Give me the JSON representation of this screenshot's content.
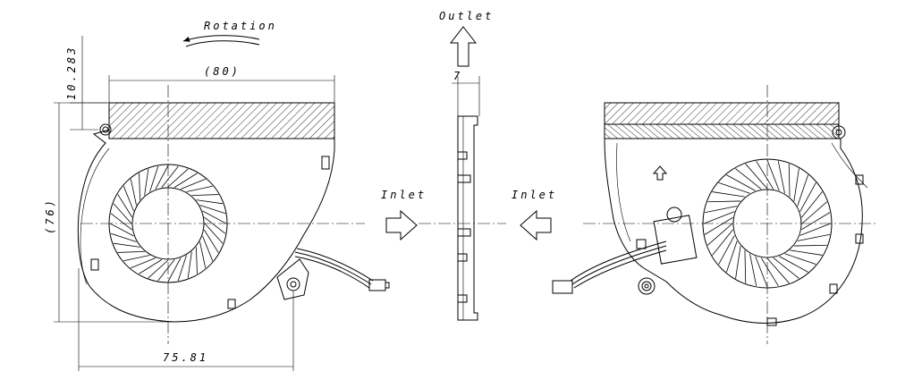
{
  "labels": {
    "rotation": "Rotation",
    "outlet": "Outlet",
    "inlet_left": "Inlet",
    "inlet_right": "Inlet"
  },
  "dimensions": {
    "width_80": "(80)",
    "offset_10_283": "10.283",
    "height_76": "(76)",
    "thickness_7": "7",
    "width_75_81": "75.81"
  },
  "colors": {
    "ink": "#000000",
    "background": "#ffffff"
  }
}
